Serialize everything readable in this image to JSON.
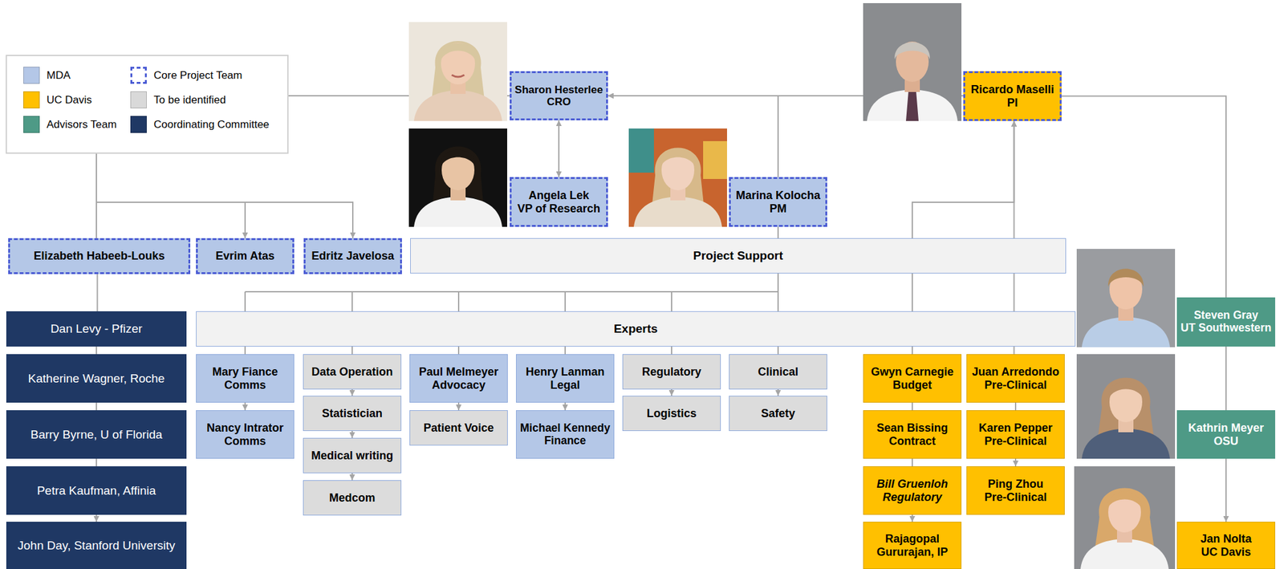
{
  "diagram": {
    "nodes": [
      {
        "text": [
          "Sharon Hesterlee",
          "CRO"
        ]
      },
      {
        "text": [
          "Ricardo Maselli",
          "PI"
        ]
      },
      {
        "text": [
          "Angela Lek",
          "VP of Research"
        ]
      },
      {
        "text": [
          "Marina Kolocha",
          "PM"
        ]
      },
      {
        "text": [
          "Elizabeth Habeeb-Louks"
        ]
      },
      {
        "text": [
          "Evrim Atas"
        ]
      },
      {
        "text": [
          "Edritz Javelosa"
        ]
      },
      {
        "text": [
          "Project Support"
        ]
      },
      {
        "text": [
          "Steven Gray",
          "UT Southwestern"
        ]
      },
      {
        "text": [
          "Dan Levy - Pfizer"
        ]
      },
      {
        "text": [
          "Experts"
        ]
      },
      {
        "text": [
          "Katherine Wagner, Roche"
        ]
      },
      {
        "text": [
          "Mary Fiance",
          "Comms"
        ]
      },
      {
        "text": [
          "Data Operation"
        ]
      },
      {
        "text": [
          "Paul Melmeyer",
          "Advocacy"
        ]
      },
      {
        "text": [
          "Henry Lanman",
          "Legal"
        ]
      },
      {
        "text": [
          "Regulatory"
        ]
      },
      {
        "text": [
          "Clinical"
        ]
      },
      {
        "text": [
          "Gwyn Carnegie",
          "Budget"
        ]
      },
      {
        "text": [
          "Juan Arredondo",
          "Pre-Clinical"
        ]
      },
      {
        "text": [
          "Statistician"
        ]
      },
      {
        "text": [
          "Logistics"
        ]
      },
      {
        "text": [
          "Safety"
        ]
      },
      {
        "text": [
          "Barry Byrne, U of Florida"
        ]
      },
      {
        "text": [
          "Nancy Intrator",
          "Comms"
        ]
      },
      {
        "text": [
          "Patient Voice"
        ]
      },
      {
        "text": [
          "Michael Kennedy",
          "Finance"
        ]
      },
      {
        "text": [
          "Sean Bissing",
          "Contract"
        ]
      },
      {
        "text": [
          "Karen Pepper",
          "Pre-Clinical"
        ]
      },
      {
        "text": [
          "Kathrin Meyer",
          "OSU"
        ]
      },
      {
        "text": [
          "Medical writing"
        ]
      },
      {
        "text": [
          "Petra Kaufman, Affinia"
        ]
      },
      {
        "text": [
          "Bill Gruenloh",
          "Regulatory"
        ]
      },
      {
        "text": [
          "Ping Zhou",
          "Pre-Clinical"
        ]
      },
      {
        "text": [
          "Medcom"
        ]
      },
      {
        "text": [
          "John Day, Stanford University"
        ]
      },
      {
        "text": [
          "Rajagopal Gururajan, IP"
        ]
      },
      {
        "text": [
          "Jan Nolta",
          "UC Davis"
        ]
      }
    ],
    "edges": [
      {
        "from": 0,
        "to": 2,
        "arrow": "both"
      },
      {
        "from": 1,
        "to": 0,
        "arrow": "to"
      },
      {
        "from": 3,
        "to": 0,
        "arrow": "to"
      },
      {
        "from": 0,
        "to": 4,
        "arrow": "none"
      },
      {
        "from": 0,
        "to": 5,
        "arrow": "to"
      },
      {
        "from": 0,
        "to": 6,
        "arrow": "to"
      },
      {
        "from": 4,
        "to": 9,
        "arrow": "none"
      },
      {
        "from": 9,
        "to": 11,
        "arrow": "none"
      },
      {
        "from": 11,
        "to": 23,
        "arrow": "none"
      },
      {
        "from": 23,
        "to": 31,
        "arrow": "none"
      },
      {
        "from": 31,
        "to": 35,
        "arrow": "to"
      },
      {
        "from": 3,
        "to": 7,
        "arrow": "none"
      },
      {
        "from": 7,
        "to": 10,
        "arrow": "none"
      },
      {
        "from": 10,
        "to": 12,
        "arrow": "none"
      },
      {
        "from": 10,
        "to": 13,
        "arrow": "none"
      },
      {
        "from": 10,
        "to": 14,
        "arrow": "none"
      },
      {
        "from": 10,
        "to": 15,
        "arrow": "none"
      },
      {
        "from": 10,
        "to": 16,
        "arrow": "none"
      },
      {
        "from": 10,
        "to": 17,
        "arrow": "none"
      },
      {
        "from": 12,
        "to": 24,
        "arrow": "to"
      },
      {
        "from": 13,
        "to": 20,
        "arrow": "to"
      },
      {
        "from": 20,
        "to": 30,
        "arrow": "to"
      },
      {
        "from": 30,
        "to": 34,
        "arrow": "to"
      },
      {
        "from": 14,
        "to": 25,
        "arrow": "to"
      },
      {
        "from": 15,
        "to": 26,
        "arrow": "to"
      },
      {
        "from": 16,
        "to": 21,
        "arrow": "to"
      },
      {
        "from": 17,
        "to": 22,
        "arrow": "to"
      },
      {
        "from": 18,
        "to": 1,
        "arrow": "to"
      },
      {
        "from": 19,
        "to": 1,
        "arrow": "to"
      },
      {
        "from": 18,
        "to": 27,
        "arrow": "none"
      },
      {
        "from": 27,
        "to": 32,
        "arrow": "none"
      },
      {
        "from": 32,
        "to": 36,
        "arrow": "to"
      },
      {
        "from": 19,
        "to": 28,
        "arrow": "none"
      },
      {
        "from": 28,
        "to": 33,
        "arrow": "to"
      },
      {
        "from": 1,
        "to": 8,
        "arrow": "none"
      },
      {
        "from": 8,
        "to": 29,
        "arrow": "none"
      },
      {
        "from": 29,
        "to": 37,
        "arrow": "to"
      }
    ],
    "legend": [
      {
        "text": "MDA",
        "color": "#b4c7e7"
      },
      {
        "text": "Core Project Team"
      },
      {
        "text": "UC Davis",
        "color": "#ffc000"
      },
      {
        "text": "To be identified",
        "color": "#d9d9d9"
      },
      {
        "text": "Advisors Team",
        "color": "#4e9a86"
      },
      {
        "text": "Coordinating Committee",
        "color": "#1f3864"
      }
    ]
  }
}
